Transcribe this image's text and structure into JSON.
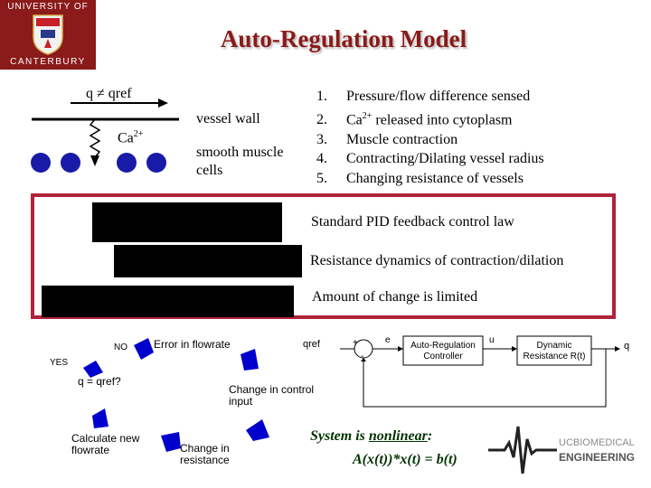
{
  "logo": {
    "top_text": "UNIVERSITY OF",
    "bottom_text": "CANTERBURY"
  },
  "title": "Auto-Regulation Model",
  "vessel_diagram": {
    "q_label": "q ≠ qref",
    "vessel_wall_label": "vessel wall",
    "ca_label": "Ca",
    "ca_superscript": "2+",
    "smooth_muscle_line1": "smooth muscle",
    "smooth_muscle_line2": "cells"
  },
  "steps": [
    {
      "num": "1.",
      "text": "Pressure/flow difference sensed"
    },
    {
      "num": "2.",
      "text": "Ca",
      "sup": "2+",
      "rest": " released into cytoplasm"
    },
    {
      "num": "3.",
      "text": "Muscle contraction"
    },
    {
      "num": "4.",
      "text": "Contracting/Dilating vessel radius"
    },
    {
      "num": "5.",
      "text": "Changing resistance of vessels"
    }
  ],
  "equations": [
    {
      "label": "Standard PID feedback control law"
    },
    {
      "label": "Resistance dynamics of contraction/dilation"
    },
    {
      "label": "Amount of change is limited"
    }
  ],
  "cycle": {
    "no": "NO",
    "yes": "YES",
    "error": "Error in flowrate",
    "question": "q = qref?",
    "calc_line1": "Calculate new",
    "calc_line2": "flowrate",
    "change_control_line1": "Change in control",
    "change_control_line2": "input",
    "change_res_line1": "Change in",
    "change_res_line2": "resistance"
  },
  "block_diagram": {
    "qref": "qref",
    "plus": "+",
    "minus": "-",
    "e": "e",
    "controller_line1": "Auto-Regulation",
    "controller_line2": "Controller",
    "u": "u",
    "resistance_line1": "Dynamic",
    "resistance_line2": "Resistance R(t)",
    "q": "q"
  },
  "system": {
    "prefix": "System is ",
    "emph": "nonlinear",
    "suffix": ":",
    "equation": "A(x(t))*x(t) = b(t)"
  },
  "biomed_logo": {
    "line1": "UCBIOMEDICAL",
    "line2": "ENGINEERING"
  },
  "colors": {
    "title": "#8b1a1a",
    "box_border": "#b0233b",
    "arrow": "#0000cc",
    "cell": "#1a1aa8"
  }
}
